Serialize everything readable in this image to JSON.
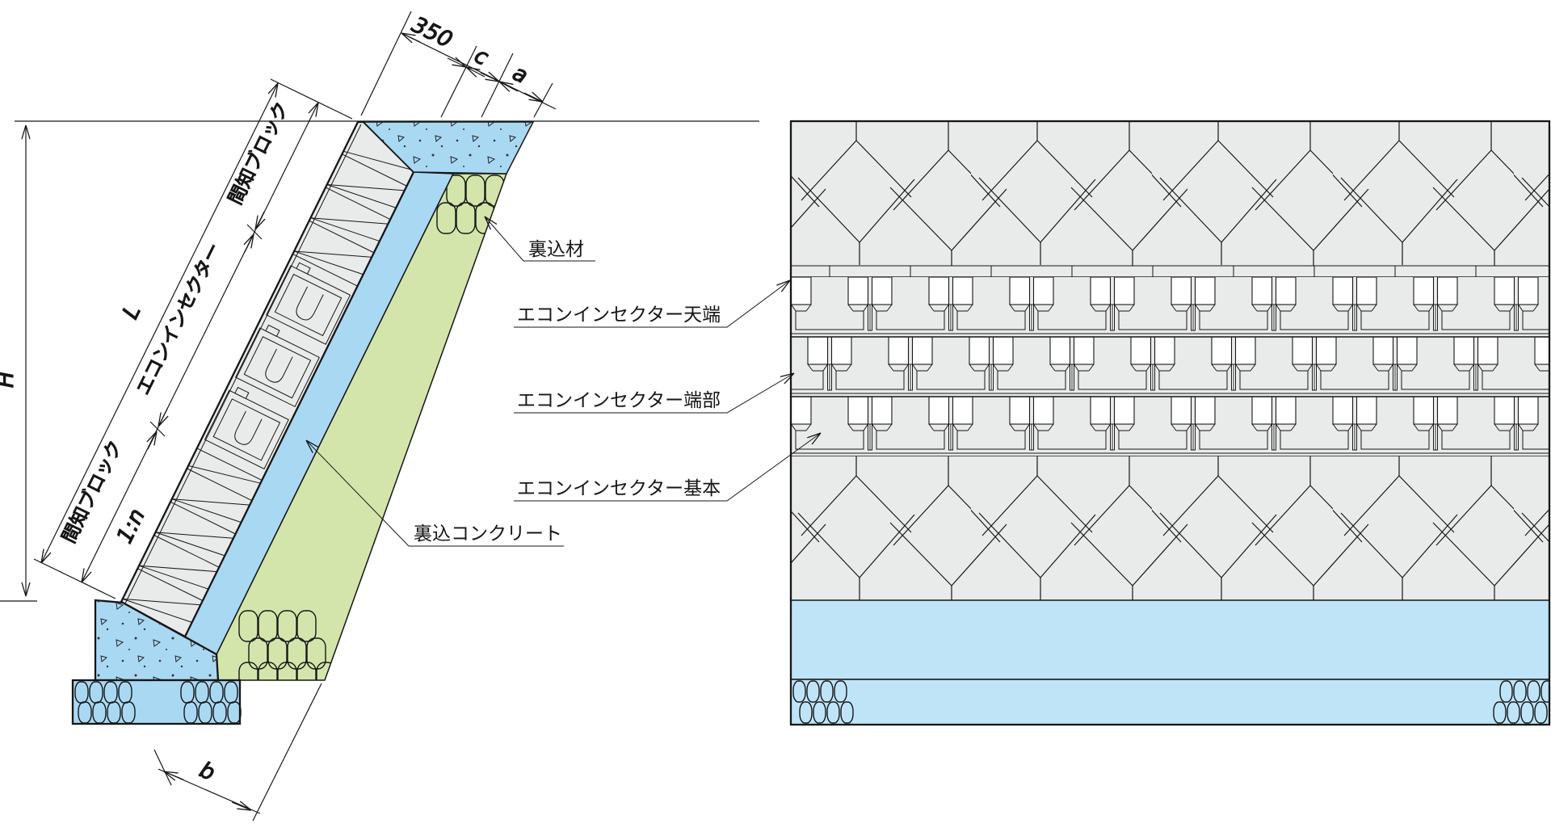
{
  "drawing": {
    "dim_350": "350",
    "dim_c": "c",
    "dim_a": "a",
    "dim_H": "H",
    "dim_L": "L",
    "dim_slope": "1:n",
    "dim_b": "b",
    "label_kenchi_upper": "間知ブロック",
    "label_insector_zone": "エコンインセクター",
    "label_kenchi_lower": "間知ブロック",
    "callout_backfill": "裏込材",
    "callout_crown": "エコンインセクター天端",
    "callout_end": "エコンインセクター端部",
    "callout_basic": "エコンインセクター基本",
    "callout_concrete": "裏込コンクリート",
    "colors": {
      "block_gray": "#e9eaea",
      "concrete_blue": "#a9d8f3",
      "band_blue": "#bfe4f8",
      "gravel_green": "#d3e5ab",
      "line": "#161616",
      "notch_white": "#ffffff"
    }
  }
}
